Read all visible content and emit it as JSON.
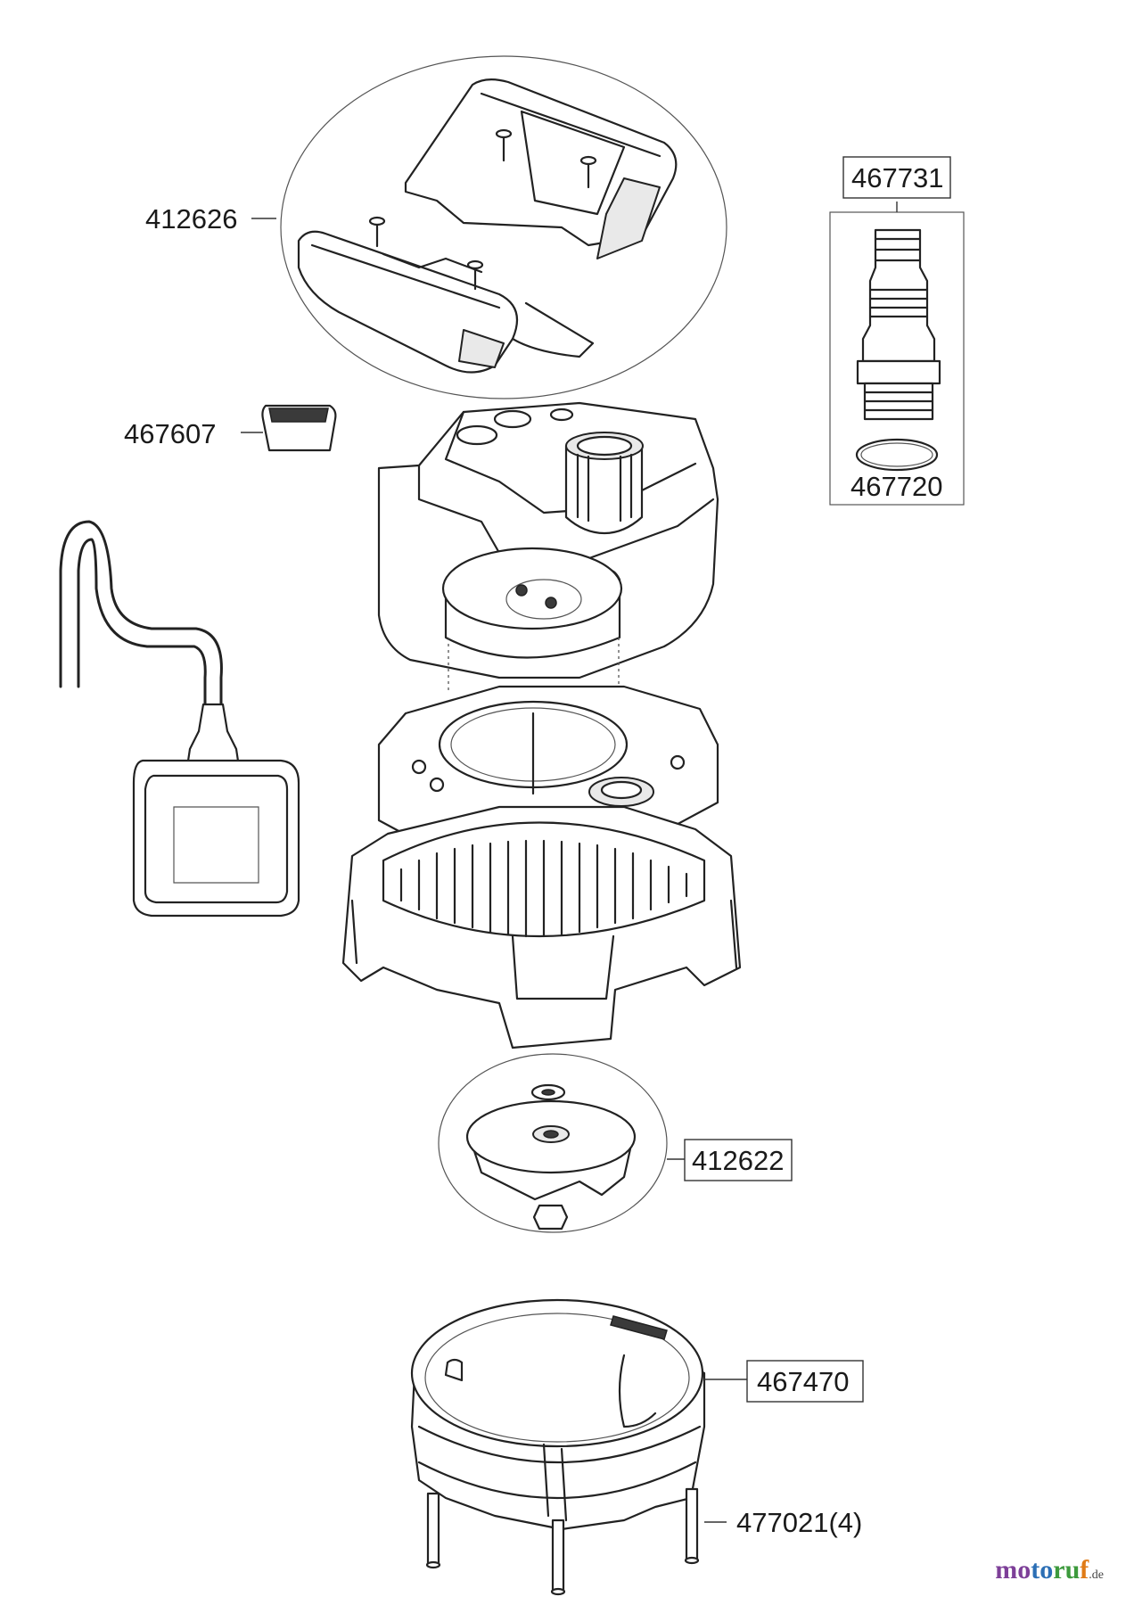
{
  "parts": [
    {
      "id": "412626",
      "label": "412626",
      "boxed": false
    },
    {
      "id": "467731",
      "label": "467731",
      "boxed": true
    },
    {
      "id": "467607",
      "label": "467607",
      "boxed": false
    },
    {
      "id": "467720",
      "label": "467720",
      "boxed": false
    },
    {
      "id": "412622",
      "label": "412622",
      "boxed": true
    },
    {
      "id": "467470",
      "label": "467470",
      "boxed": true
    },
    {
      "id": "477021",
      "label": "477021(4)",
      "boxed": false
    }
  ],
  "watermark": {
    "part1": "mo",
    "part2": "to",
    "part3": "ru",
    "part4": "f",
    "suffix": ".de"
  }
}
